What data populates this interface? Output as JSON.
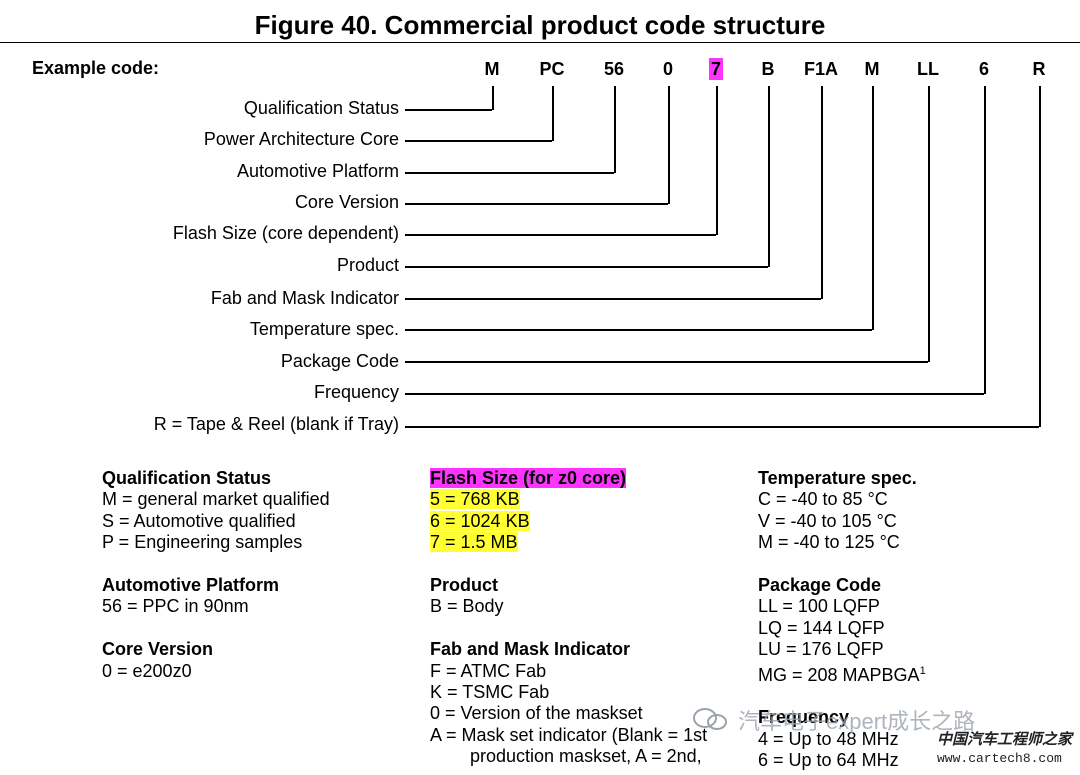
{
  "title": "Figure 40. Commercial product code structure",
  "example_label": "Example code:",
  "codes": [
    "M",
    "PC",
    "56",
    "0",
    "7",
    "B",
    "F1A",
    "M",
    "LL",
    "6",
    "R"
  ],
  "highlight_code": "#ff33ff",
  "highlight_yellow": "#ffff33",
  "fields": [
    "Qualification Status",
    "Power Architecture Core",
    "Automotive Platform",
    "Core Version",
    "Flash Size (core dependent)",
    "Product",
    "Fab and Mask Indicator",
    "Temperature spec.",
    "Package Code",
    "Frequency",
    "R = Tape & Reel (blank if Tray)"
  ],
  "col1": {
    "qual_head": "Qualification Status",
    "qual": [
      "M = general market qualified",
      "S = Automotive qualified",
      "P = Engineering samples"
    ],
    "auto_head": "Automotive Platform",
    "auto": [
      "56 = PPC in 90nm"
    ],
    "core_head": "Core Version",
    "core": [
      "0 = e200z0"
    ]
  },
  "col2": {
    "flash_head": "Flash Size (for z0 core)",
    "flash": [
      "5 = 768 KB",
      "6 = 1024 KB",
      "7 = 1.5 MB"
    ],
    "product_head": "Product",
    "product": [
      "B = Body"
    ],
    "fab_head": "Fab and Mask Indicator",
    "fab": [
      "F = ATMC Fab",
      "K = TSMC Fab",
      "0 = Version of the maskset",
      "A = Mask set indicator (Blank = 1st",
      "production maskset, A = 2nd,"
    ]
  },
  "col3": {
    "temp_head": "Temperature spec.",
    "temp": [
      "C = -40 to 85 °C",
      "V = -40 to 105 °C",
      "M = -40 to 125 °C"
    ],
    "pkg_head": "Package Code",
    "pkg": [
      "LL = 100 LQFP",
      "LQ = 144 LQFP",
      "LU = 176 LQFP",
      "MG = 208 MAPBGA"
    ],
    "pkg_note": "1",
    "freq_head": "Frequency",
    "freq": [
      "4 = Up to 48 MHz",
      "6 = Up to 64 MHz"
    ]
  },
  "watermark": {
    "text": "汽车电子expert成长之路",
    "site_cn": "中国汽车工程师之家",
    "site_url": "www.cartech8.com"
  }
}
